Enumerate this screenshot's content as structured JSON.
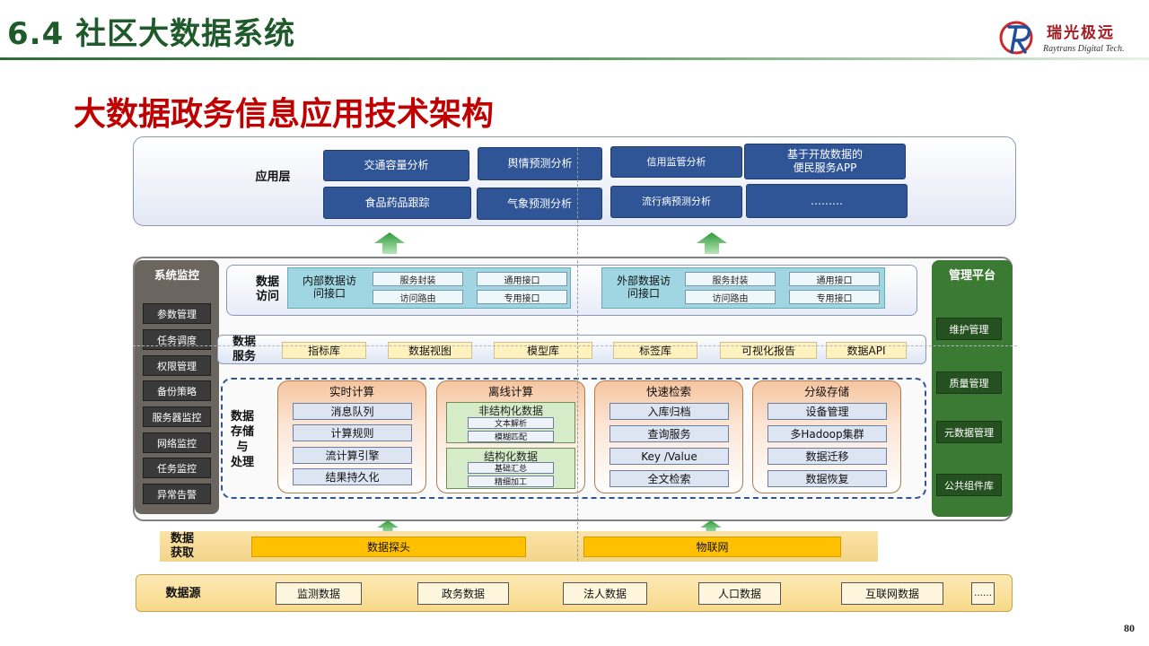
{
  "header": {
    "section": "6.4  社区大数据系统"
  },
  "logo": {
    "cn": "瑞光极远",
    "en": "Raytrans Digital Tech."
  },
  "title": "大数据政务信息应用技术架构",
  "app_layer": {
    "label": "应用层",
    "boxes": [
      "交通容量分析",
      "舆情预测分析",
      "信用监管分析",
      "基于开放数据的\n便民服务APP",
      "食品药品跟踪",
      "气象预测分析",
      "流行病预测分析",
      "………"
    ]
  },
  "system_monitor": {
    "title": "系统监控",
    "items": [
      "参数管理",
      "任务调度",
      "权限管理",
      "备份策略",
      "服务器监控",
      "网络监控",
      "任务监控",
      "异常告警"
    ]
  },
  "management_platform": {
    "title": "管理平台",
    "items": [
      "维护管理",
      "质量管理",
      "元数据管理",
      "公共组件库"
    ]
  },
  "data_access": {
    "label": "数据\n访问",
    "internal": {
      "title": "内部数据访\n问接口",
      "items": [
        "服务封装",
        "通用接口",
        "访问路由",
        "专用接口"
      ]
    },
    "external": {
      "title": "外部数据访\n问接口",
      "items": [
        "服务封装",
        "通用接口",
        "访问路由",
        "专用接口"
      ]
    }
  },
  "data_service": {
    "label": "数据\n服务",
    "items": [
      "指标库",
      "数据视图",
      "模型库",
      "标签库",
      "可视化报告",
      "数据API"
    ]
  },
  "storage": {
    "label": "数据\n存储\n与\n处理",
    "realtime": {
      "title": "实时计算",
      "items": [
        "消息队列",
        "计算规则",
        "流计算引擎",
        "结果持久化"
      ]
    },
    "offline": {
      "title": "离线计算",
      "unstructured": {
        "title": "非结构化数据",
        "items": [
          "文本解析",
          "模糊匹配"
        ]
      },
      "structured": {
        "title": "结构化数据",
        "items": [
          "基础汇总",
          "精细加工"
        ]
      }
    },
    "search": {
      "title": "快速检索",
      "items": [
        "入库归档",
        "查询服务",
        "Key /Value",
        "全文检索"
      ]
    },
    "tiered": {
      "title": "分级存储",
      "items": [
        "设备管理",
        "多Hadoop集群",
        "数据迁移",
        "数据恢复"
      ]
    }
  },
  "acquisition": {
    "label": "数据\n获取",
    "items": [
      "数据探头",
      "物联网"
    ]
  },
  "source": {
    "label": "数据源",
    "items": [
      "监测数据",
      "政务数据",
      "法人数据",
      "人口数据",
      "互联网数据",
      "……"
    ]
  },
  "page_number": "80",
  "colors": {
    "app_box": "#2f5597",
    "monitor_bg": "#6b6560",
    "mgmt_bg": "#3b7a33",
    "title_red": "#c00000",
    "heading_green": "#1f5a2a"
  }
}
